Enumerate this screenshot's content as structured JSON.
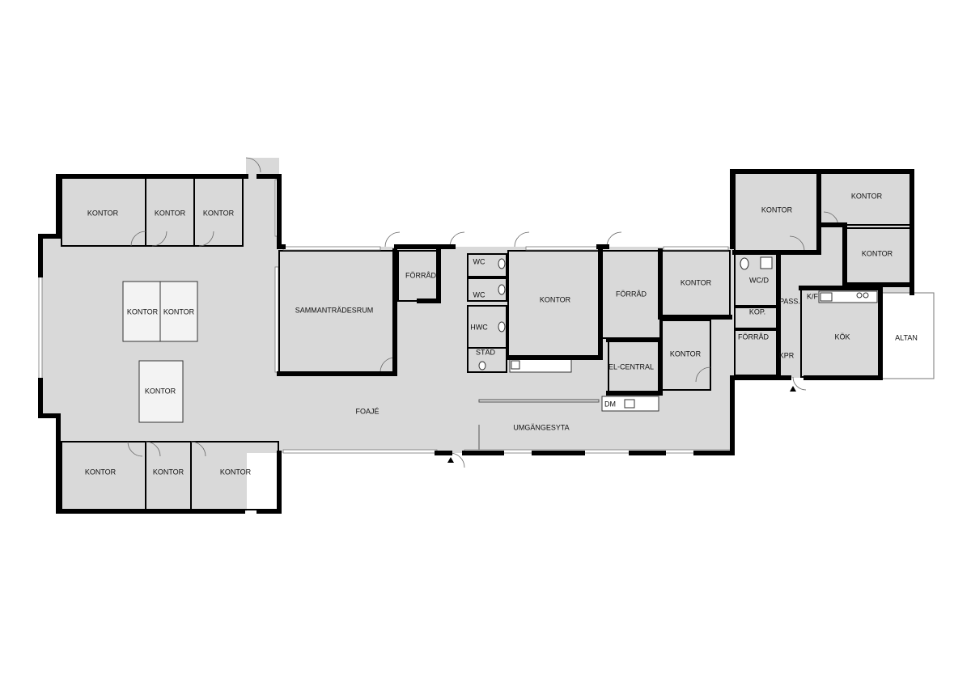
{
  "colors": {
    "floor": "#d9d9d9",
    "wall": "#000000",
    "background": "#ffffff"
  },
  "rooms": {
    "kontor_nw1": "KONTOR",
    "kontor_nw2": "KONTOR",
    "kontor_nw3": "KONTOR",
    "kontor_mid1": "KONTOR",
    "kontor_mid2": "KONTOR",
    "kontor_mid3": "KONTOR",
    "kontor_sw1": "KONTOR",
    "kontor_sw2": "KONTOR",
    "kontor_sw3": "KONTOR",
    "sammantradesrum": "SAMMANTRÄDESRUM",
    "forrad1": "FÖRRÅD",
    "wc1": "WC",
    "wc2": "WC",
    "hwc": "HWC",
    "stad": "STÄD",
    "kontor_center": "KONTOR",
    "forrad2": "FÖRRÅD",
    "el_central": "EL-CENTRAL",
    "kontor_e1": "KONTOR",
    "kontor_e2": "KONTOR",
    "foaje": "FOAJÉ",
    "umgangesyta": "UMGÄNGESYTA",
    "dm": "DM",
    "kontor_ne1": "KONTOR",
    "kontor_ne2": "KONTOR",
    "kontor_ne3": "KONTOR",
    "wcd": "WC/D",
    "kop": "KOP.",
    "pass": "PASS.",
    "kf": "K/F",
    "forrad3": "FÖRRÅD",
    "kpr": "KPR",
    "kok": "KÖK",
    "altan": "ALTAN"
  }
}
